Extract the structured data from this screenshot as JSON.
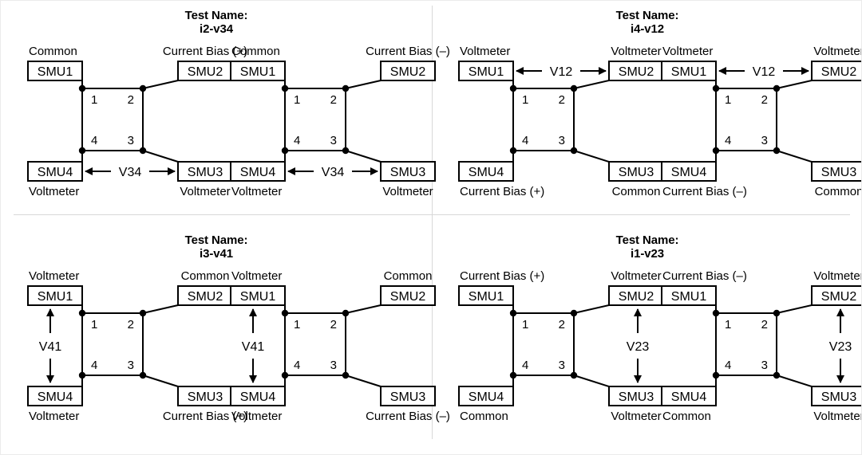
{
  "figure": {
    "title_prefix": "Test Name:",
    "node_labels": {
      "n1": "1",
      "n2": "2",
      "n3": "3",
      "n4": "4"
    },
    "terminal_labels": {
      "smu1": "SMU1",
      "smu2": "SMU2",
      "smu3": "SMU3",
      "smu4": "SMU4"
    },
    "roles": {
      "common": "Common",
      "voltmeter": "Voltmeter",
      "bias_pos": "Current Bias (+)",
      "bias_neg": "Current Bias (–)"
    },
    "colors": {
      "line": "#000000",
      "text": "#000000",
      "background": "#ffffff",
      "divider": "#d8d8d8",
      "border": "#ebebeb"
    }
  },
  "quadrants": [
    {
      "id": "q-i2-v34",
      "test_name": "i2-v34",
      "measurement": "V34",
      "arrow": "horizontal-bottom",
      "cells": [
        {
          "id": "i2-v34-pos",
          "polarity": "positive",
          "roles": {
            "smu1": "Common",
            "smu2": "Current Bias (+)",
            "smu3": "Voltmeter",
            "smu4": "Voltmeter"
          },
          "annotation": "V34"
        },
        {
          "id": "i2-v34-neg",
          "polarity": "negative",
          "roles": {
            "smu1": "Common",
            "smu2": "Current Bias (–)",
            "smu3": "Voltmeter",
            "smu4": "Voltmeter"
          },
          "annotation": "V34"
        }
      ]
    },
    {
      "id": "q-i4-v12",
      "test_name": "i4-v12",
      "measurement": "V12",
      "arrow": "horizontal-top",
      "cells": [
        {
          "id": "i4-v12-pos",
          "polarity": "positive",
          "roles": {
            "smu1": "Voltmeter",
            "smu2": "Voltmeter",
            "smu3": "Common",
            "smu4": "Current Bias (+)"
          },
          "annotation": "V12"
        },
        {
          "id": "i4-v12-neg",
          "polarity": "negative",
          "roles": {
            "smu1": "Voltmeter",
            "smu2": "Voltmeter",
            "smu3": "Common",
            "smu4": "Current Bias (–)"
          },
          "annotation": "V12"
        }
      ]
    },
    {
      "id": "q-i3-v41",
      "test_name": "i3-v41",
      "measurement": "V41",
      "arrow": "vertical-left",
      "cells": [
        {
          "id": "i3-v41-pos",
          "polarity": "positive",
          "roles": {
            "smu1": "Voltmeter",
            "smu2": "Common",
            "smu3": "Current Bias (+)",
            "smu4": "Voltmeter"
          },
          "annotation": "V41"
        },
        {
          "id": "i3-v41-neg",
          "polarity": "negative",
          "roles": {
            "smu1": "Voltmeter",
            "smu2": "Common",
            "smu3": "Current Bias (–)",
            "smu4": "Voltmeter"
          },
          "annotation": "V41"
        }
      ]
    },
    {
      "id": "q-i1-v23",
      "test_name": "i1-v23",
      "measurement": "V23",
      "arrow": "vertical-right",
      "cells": [
        {
          "id": "i1-v23-pos",
          "polarity": "positive",
          "roles": {
            "smu1": "Current Bias (+)",
            "smu2": "Voltmeter",
            "smu3": "Voltmeter",
            "smu4": "Common"
          },
          "annotation": "V23"
        },
        {
          "id": "i1-v23-neg",
          "polarity": "negative",
          "roles": {
            "smu1": "Current Bias (–)",
            "smu2": "Voltmeter",
            "smu3": "Voltmeter",
            "smu4": "Common"
          },
          "annotation": "V23"
        }
      ]
    }
  ]
}
